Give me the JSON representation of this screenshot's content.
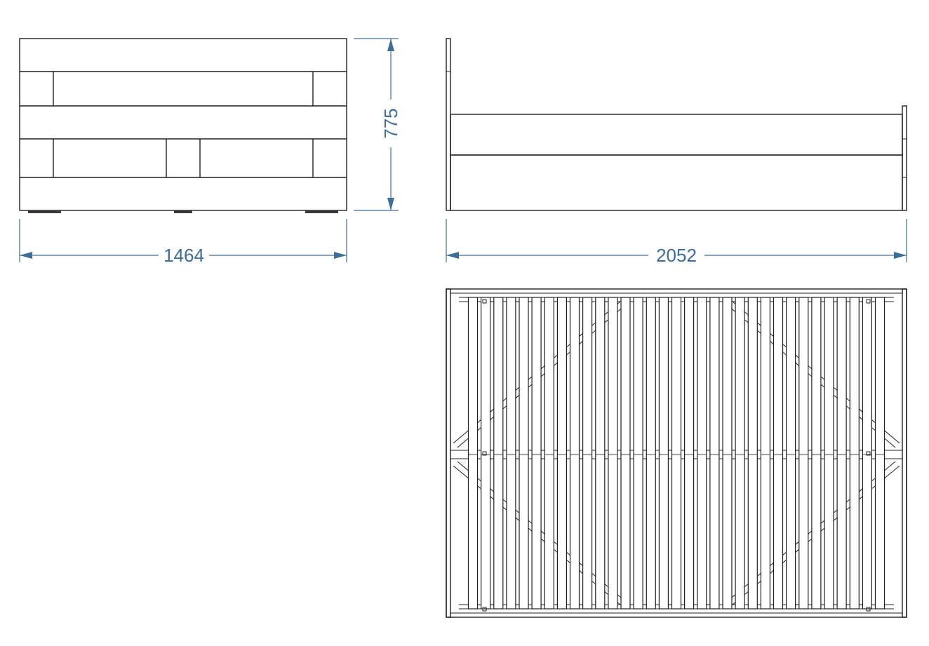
{
  "drawing": {
    "views": [
      "front-view",
      "side-view",
      "top-view"
    ],
    "colors": {
      "line": "#1f1f1f",
      "dimension": "#3f6d96",
      "background": "#ffffff"
    },
    "dimensions": {
      "width": "1464",
      "height": "775",
      "length": "2052"
    },
    "top_view": {
      "slat_count": 33
    }
  }
}
